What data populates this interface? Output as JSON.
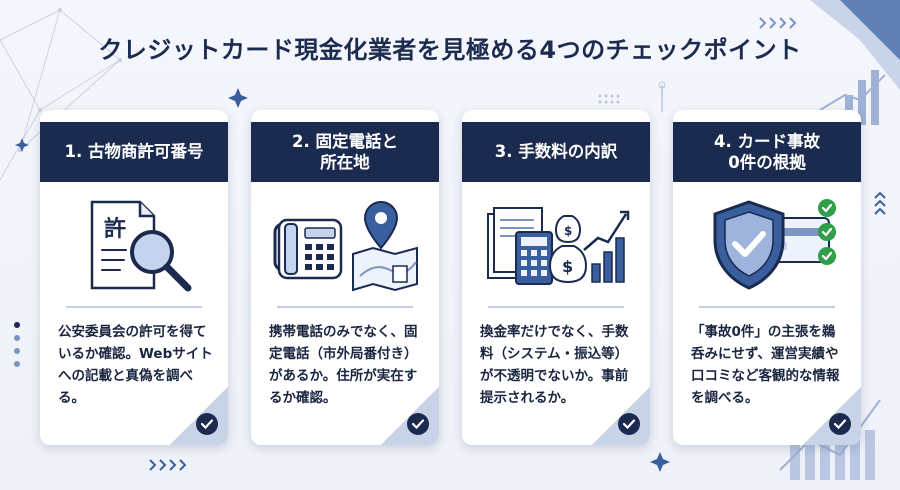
{
  "page_title": "クレジットカード現金化業者を見極める4つのチェックポイント",
  "cards": [
    {
      "header": "1. 古物商許可番号",
      "icon_text": "許",
      "body": "公安委員会の許可を得ているか確認。Webサイトへの記載と真偽を調べる。",
      "icon": "magnifier-document-icon"
    },
    {
      "header": "2. 固定電話と\n所在地",
      "body": "携帯電話のみでなく、固定電話（市外局番付き）があるか。住所が実在するか確認。",
      "icon": "phone-map-pin-icon"
    },
    {
      "header": "3. 手数料の内訳",
      "body": "換金率だけでなく、手数料（システム・振込等）が不透明でないか。事前提示されるか。",
      "icon": "calculator-money-chart-icon"
    },
    {
      "header": "4. カード事故\n0件の根拠",
      "body": "「事故0件」の主張を鵜呑みにせず、運営実績や口コミなど客観的な情報を調べる。",
      "icon": "shield-check-icon"
    }
  ],
  "colors": {
    "navy": "#1b2a4f",
    "accent_blue": "#3a5f9e",
    "check_green": "#2f9e4a",
    "light_panel": "#c9d3e8"
  }
}
